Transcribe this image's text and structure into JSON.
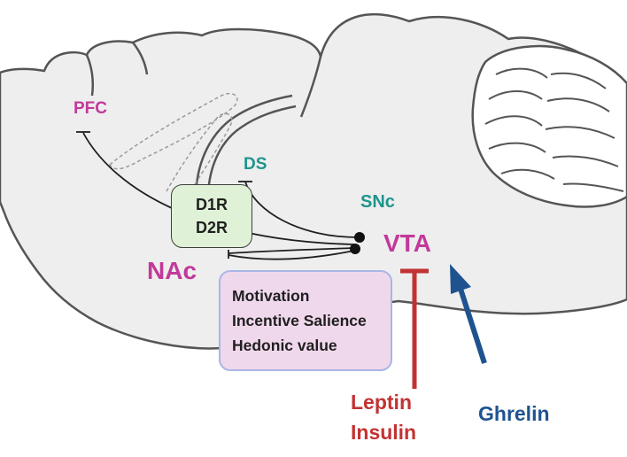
{
  "regions": {
    "pfc": "PFC",
    "ds": "DS",
    "snc": "SNc",
    "vta": "VTA",
    "nac": "NAc"
  },
  "receptors": [
    "D1R",
    "D2R"
  ],
  "functions": [
    "Motivation",
    "Incentive Salience",
    "Hedonic value"
  ],
  "inhibitors": [
    "Leptin",
    "Insulin"
  ],
  "activator": "Ghrelin",
  "colors": {
    "region_magenta": "#c2399a",
    "region_teal": "#1d958c",
    "receptor_fill": "#dff1d6",
    "function_fill": "#f0d8ec",
    "function_border": "#a9b6e6",
    "inhibition": "#c33232",
    "activation": "#1e5390",
    "brain_fill": "#eeeeee",
    "outline": "#555555"
  }
}
